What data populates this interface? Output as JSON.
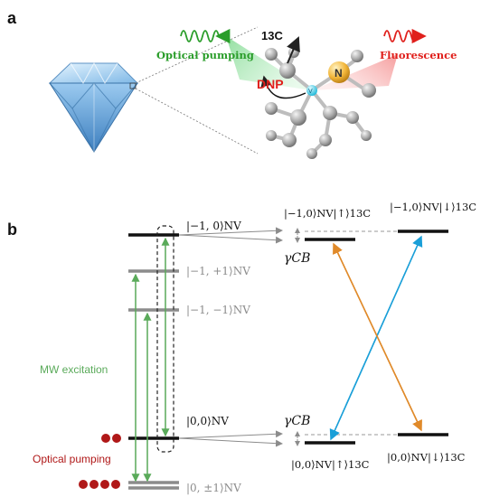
{
  "panel_a": {
    "label": "a",
    "optical_pumping": "Optical pumping",
    "fluorescence": "Fluorescence",
    "dnp": "DNP",
    "c13_label": "13C",
    "n_atom": "N",
    "v_atom": "V",
    "colors": {
      "green": "#2a9d2a",
      "red": "#e0201c",
      "dnp": "#e0201c"
    }
  },
  "panel_b": {
    "label": "b",
    "nv_levels": {
      "m10": "|−1, 0⟩NV",
      "m1p1": "|−1, +1⟩NV",
      "m1m1": "|−1, −1⟩NV",
      "z0": "|0,0⟩NV",
      "z_pm1": "|0, ±1⟩NV"
    },
    "coupled_levels": {
      "m1_up": "|−1,0⟩NV|↑⟩13C",
      "m1_down": "|−1,0⟩NV|↓⟩13C",
      "z_up": "|0,0⟩NV|↑⟩13C",
      "z_down": "|0,0⟩NV|↓⟩13C"
    },
    "gamma_top": "γCB",
    "gamma_bottom": "γCB",
    "mw_excitation": "MW  excitation",
    "optical_pumping": "Optical pumping",
    "colors": {
      "mw": "#5aaa5a",
      "pump": "#b01818",
      "blue": "#1a9fd8",
      "orange": "#e08a2a",
      "gray": "#8c8c8c"
    }
  }
}
